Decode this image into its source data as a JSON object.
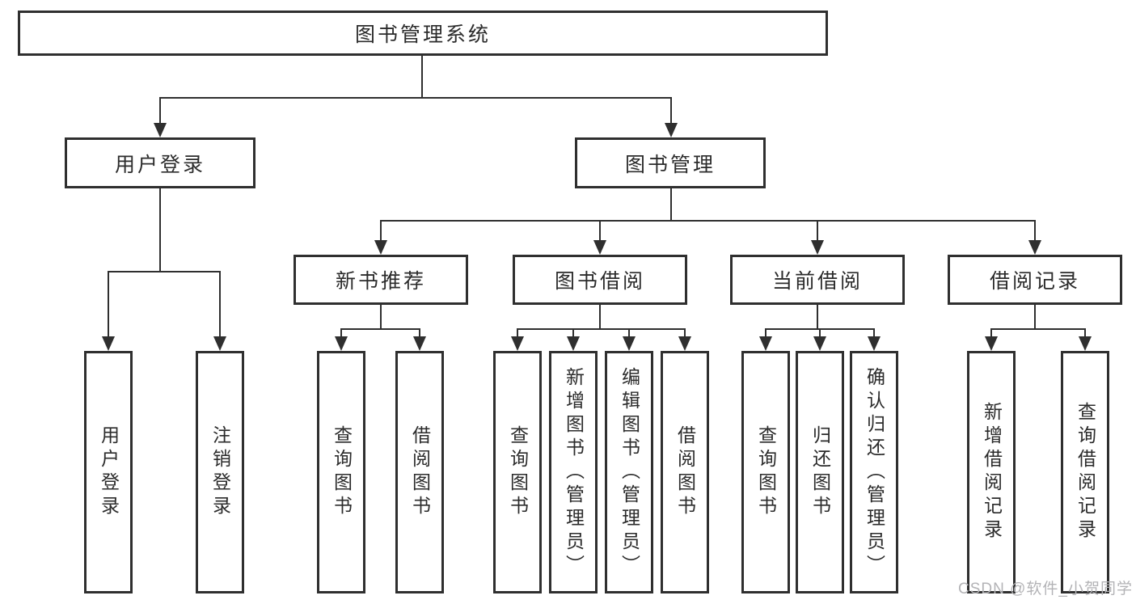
{
  "colors": {
    "line": "#2f2f2f",
    "box_border": "#2f2f2f",
    "text": "#2b2b2b",
    "background": "#ffffff",
    "watermark": "#b3b3b6"
  },
  "diagram": {
    "root": {
      "label": "图书管理系统"
    },
    "level1": [
      {
        "label": "用户登录",
        "children": [
          {
            "label": "用户登录"
          },
          {
            "label": "注销登录"
          }
        ]
      },
      {
        "label": "图书管理",
        "children": [
          {
            "label": "新书推荐",
            "children": [
              {
                "label": "查询图书"
              },
              {
                "label": "借阅图书"
              }
            ]
          },
          {
            "label": "图书借阅",
            "children": [
              {
                "label": "查询图书"
              },
              {
                "label": "新增图书（管理员）"
              },
              {
                "label": "编辑图书（管理员）"
              },
              {
                "label": "借阅图书"
              }
            ]
          },
          {
            "label": "当前借阅",
            "children": [
              {
                "label": "查询图书"
              },
              {
                "label": "归还图书"
              },
              {
                "label": "确认归还（管理员）"
              }
            ]
          },
          {
            "label": "借阅记录",
            "children": [
              {
                "label": "新增借阅记录"
              },
              {
                "label": "查询借阅记录"
              }
            ]
          }
        ]
      }
    ]
  },
  "watermark": {
    "text": "CSDN @软件_小贺同学"
  }
}
